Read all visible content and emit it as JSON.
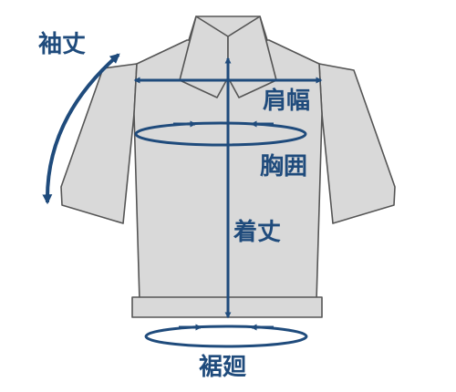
{
  "colors": {
    "accent": "#1f4b7c",
    "garment_fill": "#d9d9d9",
    "garment_outline": "#555555",
    "background": "#ffffff"
  },
  "labels": {
    "sleeve_length": "袖丈",
    "shoulder_width": "肩幅",
    "chest": "胸囲",
    "body_length": "着丈",
    "hem_circumference": "裾廻"
  }
}
